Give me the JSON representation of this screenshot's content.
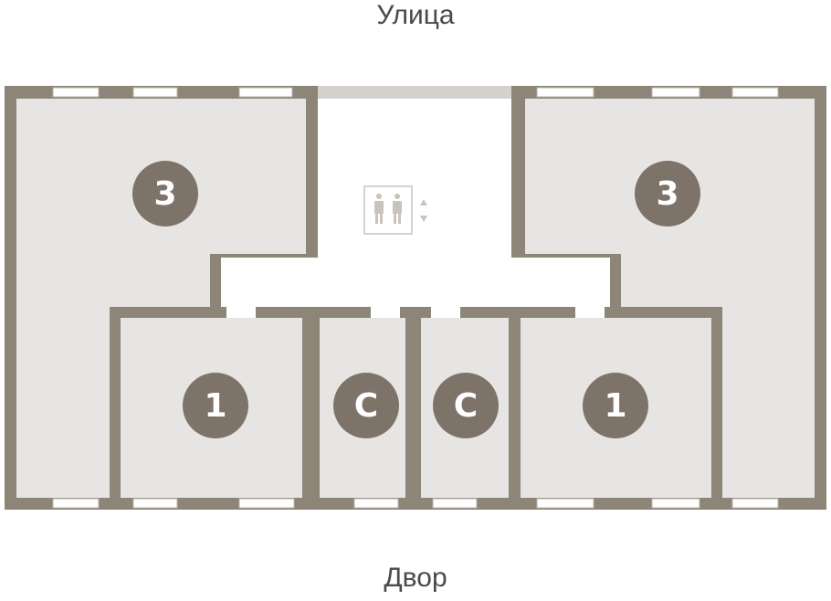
{
  "orientation": {
    "top_label": "Улица",
    "bottom_label": "Двор"
  },
  "colors": {
    "wall": "#8c8578",
    "room_fill": "#e7e5e3",
    "corridor_fill": "#ffffff",
    "badge_fill": "#7d7369",
    "badge_text": "#ffffff",
    "window": "#ffffff",
    "entrance_glass": "#d5d1cc",
    "elevator_icon": "#c8c3bd"
  },
  "units": [
    {
      "id": "left-3",
      "badge": "3"
    },
    {
      "id": "right-3",
      "badge": "3"
    },
    {
      "id": "left-1",
      "badge": "1"
    },
    {
      "id": "studio-left",
      "badge": "С"
    },
    {
      "id": "studio-right",
      "badge": "С"
    },
    {
      "id": "right-1",
      "badge": "1"
    }
  ],
  "icons": {
    "elevator": "elevator-icon",
    "arrows": "up-down-arrows-icon"
  }
}
